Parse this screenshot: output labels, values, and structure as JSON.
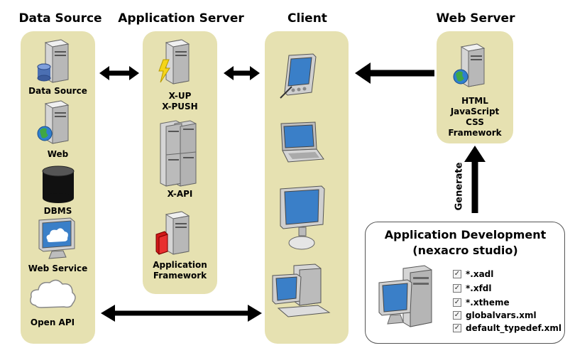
{
  "titles": {
    "data_source": "Data Source",
    "app_server": "Application Server",
    "client": "Client",
    "web_server": "Web Server"
  },
  "data_source_items": [
    "Data Source",
    "Web",
    "DBMS",
    "Web Service",
    "Open API"
  ],
  "app_server_items": [
    "X-UP",
    "X-PUSH",
    "X-API",
    "Application",
    "Framework"
  ],
  "web_server_items": [
    "HTML",
    "JavaScript",
    "CSS",
    "Framework"
  ],
  "generate_label": "Generate",
  "dev": {
    "title_line1": "Application Development",
    "title_line2": "(nexacro studio)",
    "files": [
      "*.xadl",
      "*.xfdl",
      "*.xtheme",
      "globalvars.xml",
      "default_typedef.xml"
    ]
  }
}
